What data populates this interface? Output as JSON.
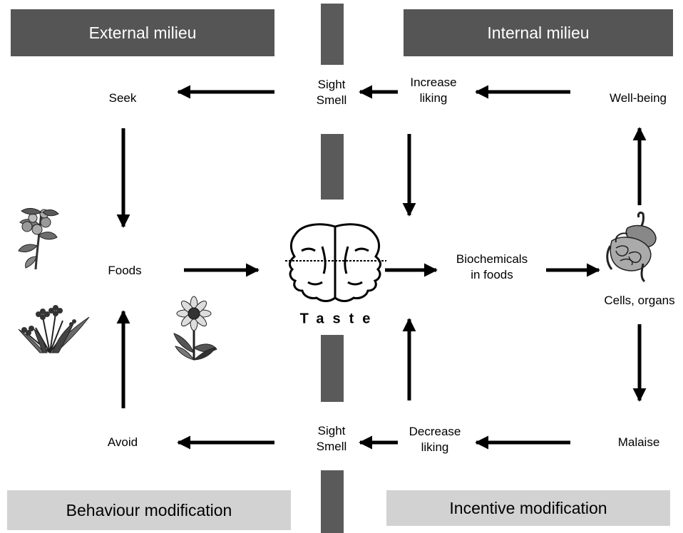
{
  "headers": {
    "external": "External milieu",
    "internal": "Internal milieu",
    "behaviour": "Behaviour modification",
    "incentive": "Incentive modification"
  },
  "labels": {
    "seek": "Seek",
    "foods": "Foods",
    "avoid": "Avoid",
    "sight_top": "Sight",
    "smell_top": "Smell",
    "increase": "Increase",
    "liking_top": "liking",
    "wellbeing": "Well-being",
    "taste": "Taste",
    "biochemicals": "Biochemicals",
    "in_foods": "in foods",
    "cells_organs": "Cells, organs",
    "sight_bottom": "Sight",
    "smell_bottom": "Smell",
    "decrease": "Decrease",
    "liking_bottom": "liking",
    "malaise": "Malaise"
  },
  "colors": {
    "divider": "#5a5a5a",
    "dark_header": "#555555",
    "light_header": "#d2d2d2"
  },
  "icons": [
    "plant-berries-icon",
    "plant-grass-flowers-icon",
    "sunflower-icon",
    "two-faces-icon",
    "digestive-organs-icon"
  ]
}
